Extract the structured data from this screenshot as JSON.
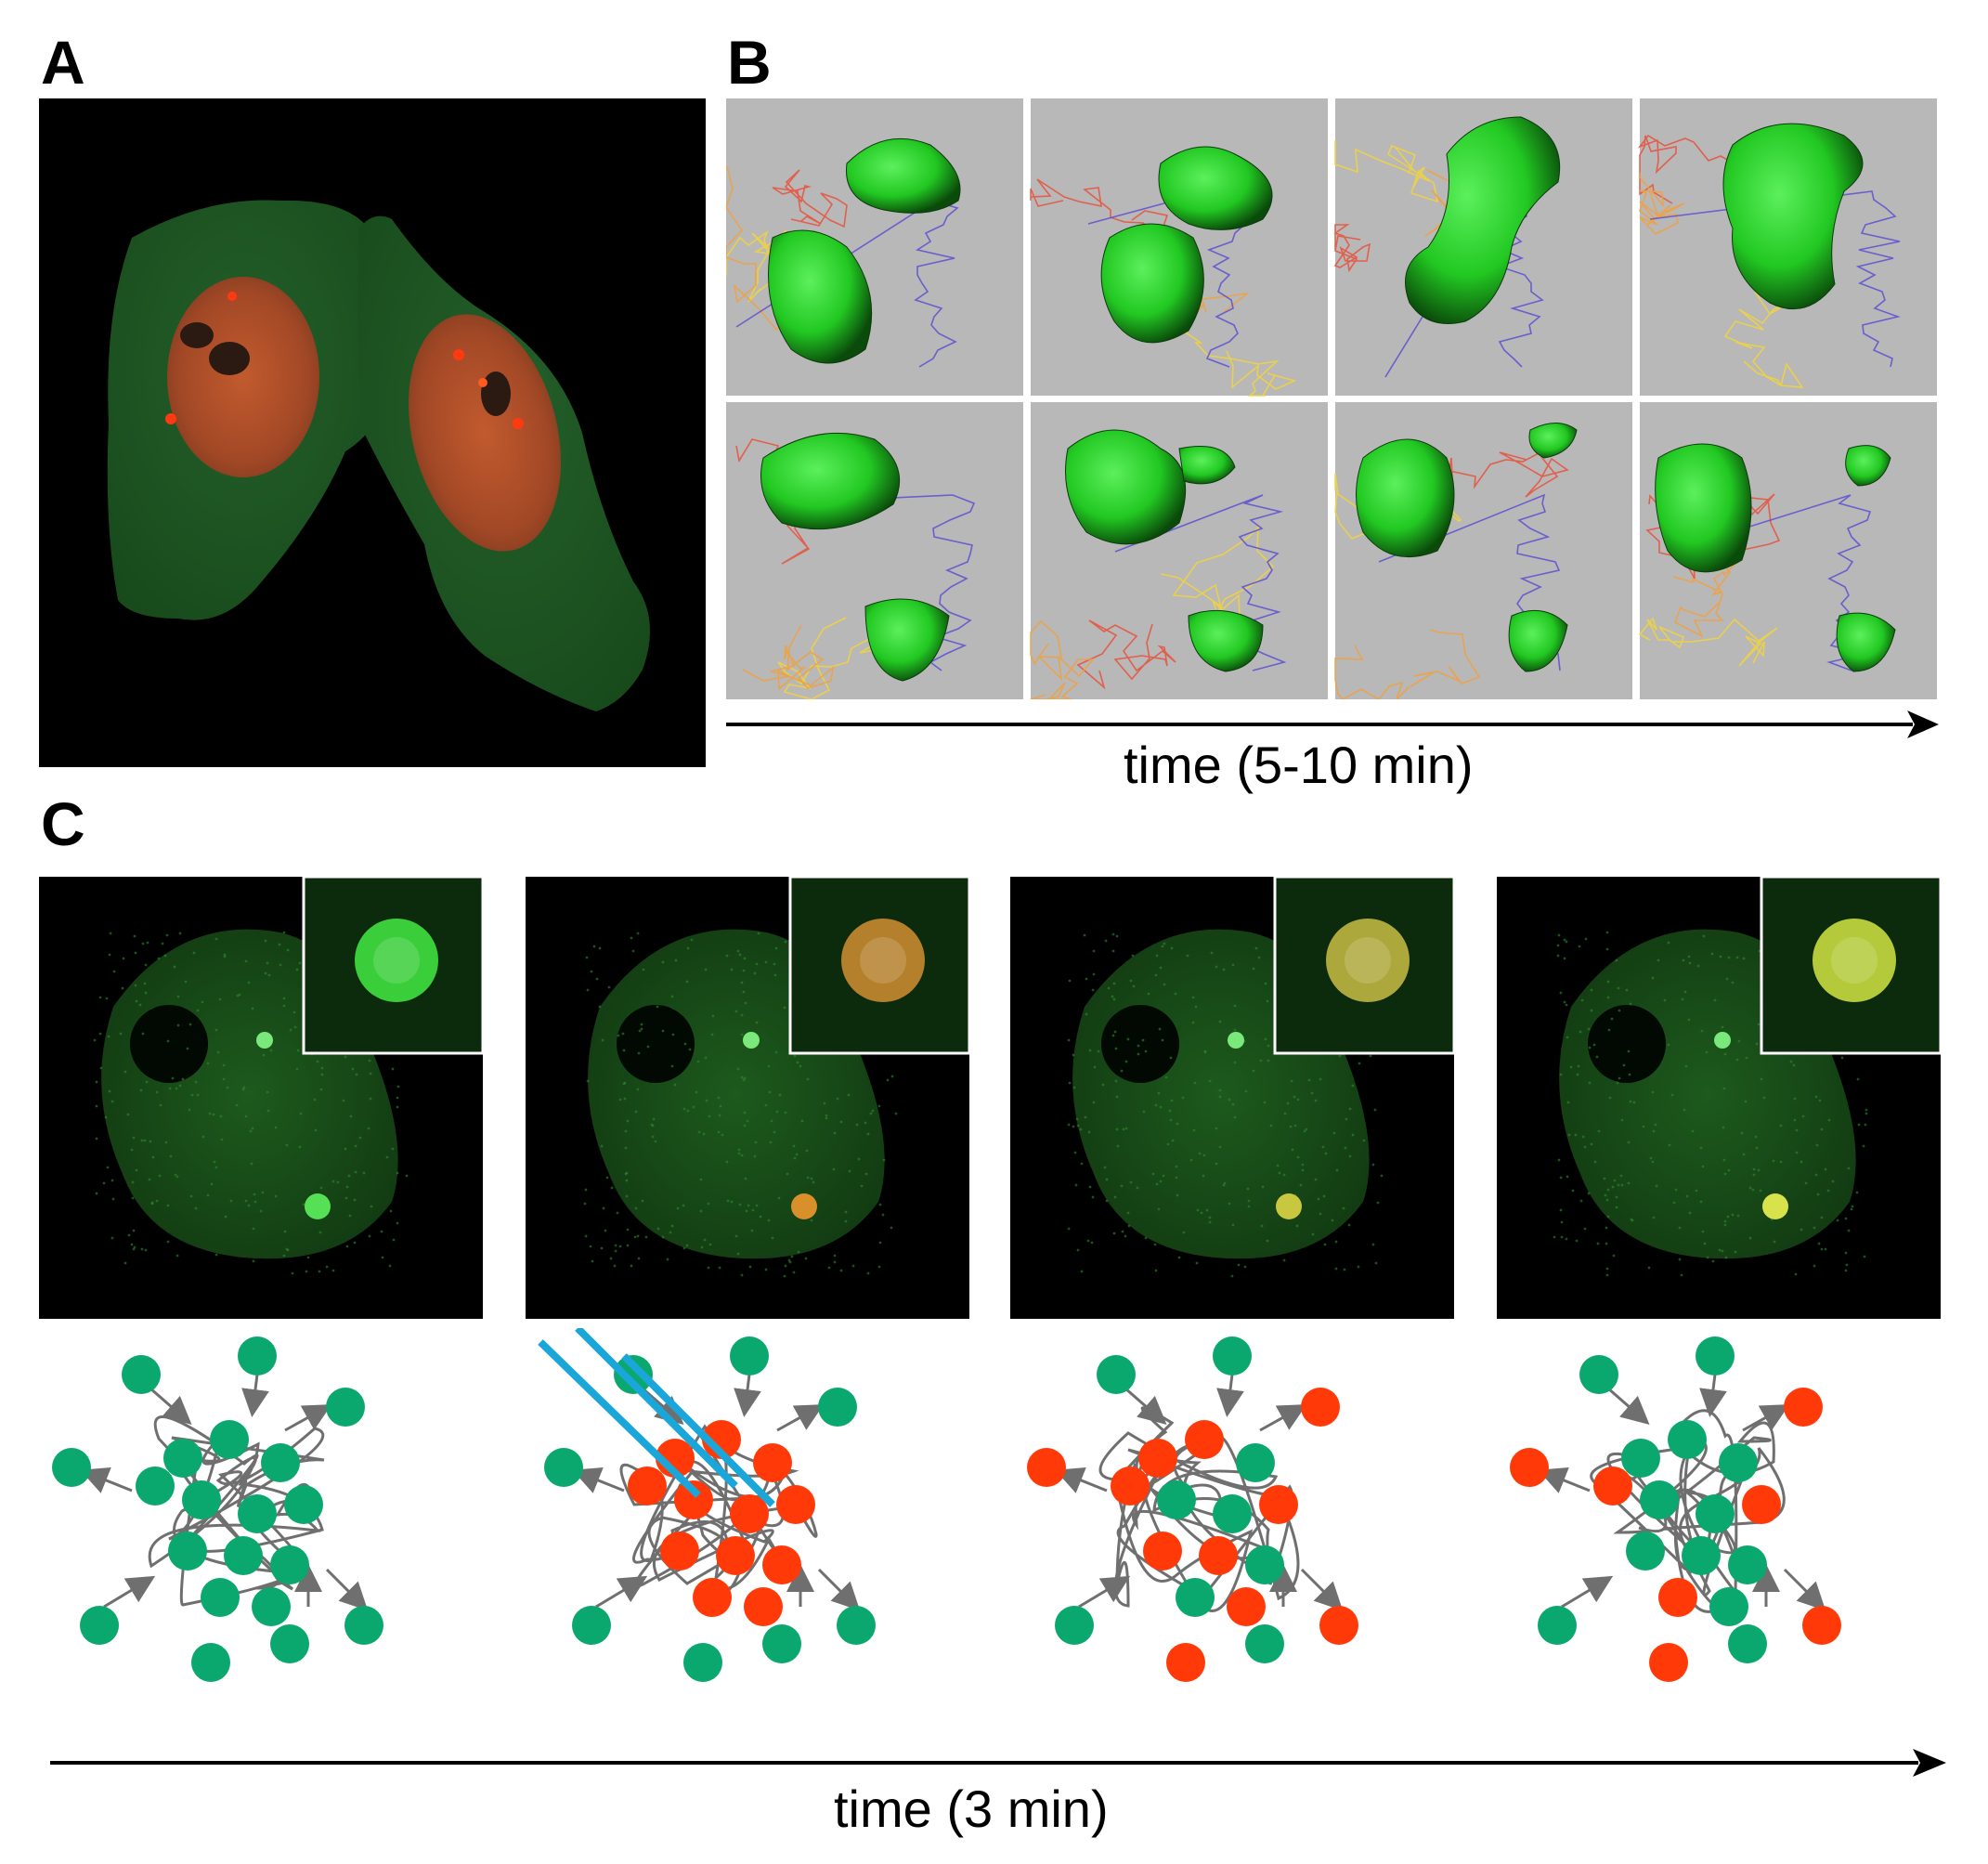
{
  "panels": {
    "a": {
      "letter": "A"
    },
    "b": {
      "letter": "B",
      "time_label": "time (5-10 min)"
    },
    "c": {
      "letter": "C",
      "time_label": "time (3 min)"
    }
  },
  "colors": {
    "background": "#ffffff",
    "microscopy_background": "#000000",
    "cytoplasm_green": "#1f5a1f",
    "nucleus_orange": "#b4502a",
    "focus_red": "#ff3a10",
    "render_background": "#b8b8b8",
    "rendered_surface_green": "#22cc22",
    "track_yellow": "#f2d33a",
    "track_red": "#e8503a",
    "track_blue": "#5a4fd0",
    "molecule_green": "#0aa86e",
    "molecule_red": "#ff3a08",
    "laser_line_blue": "#1aa6d8",
    "chromatin_grey": "#6f6f6f",
    "arrow_grey": "#6f6f6f",
    "arrow_black": "#000000"
  }
}
